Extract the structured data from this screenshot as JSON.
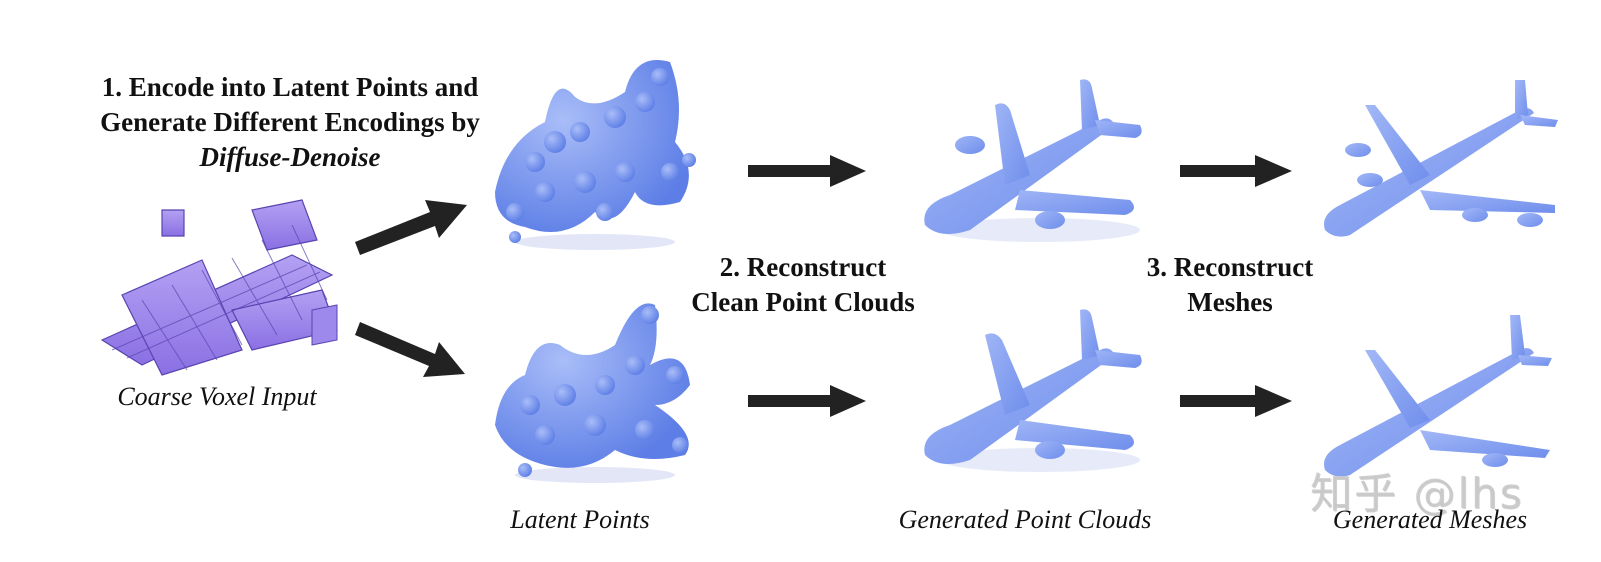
{
  "figure": {
    "steps": [
      {
        "line1": "1. Encode into Latent Points and",
        "line2": "Generate Different Encodings by",
        "line3_italic": "Diffuse-Denoise"
      },
      {
        "line1": "2. Reconstruct",
        "line2": "Clean Point Clouds"
      },
      {
        "line1": "3. Reconstruct",
        "line2": "Meshes"
      }
    ],
    "captions": {
      "input": "Coarse Voxel Input",
      "latent": "Latent Points",
      "point_clouds": "Generated Point Clouds",
      "meshes": "Generated Meshes"
    },
    "watermark": "知乎 @lhs",
    "colors": {
      "voxel": "#9b84ea",
      "voxel_dark": "#6d55c8",
      "latent": "#6f8ff0",
      "pointcloud": "#7f9cf0",
      "mesh": "#7d9cf0",
      "arrow": "#222222",
      "text": "#111111"
    }
  }
}
